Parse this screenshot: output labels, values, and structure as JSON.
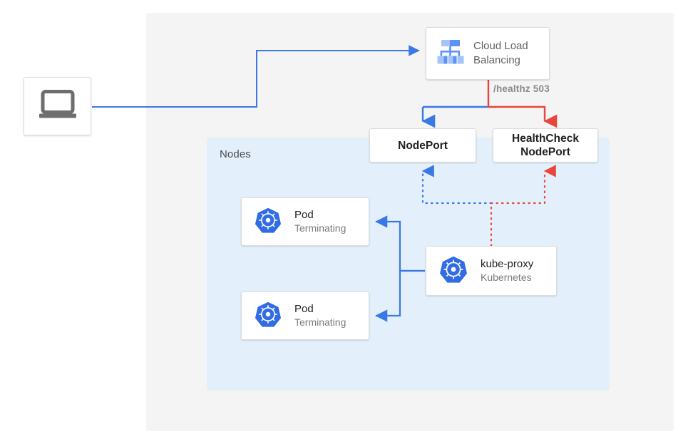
{
  "diagram": {
    "title": "Kubernetes LoadBalancer health check with terminating pods",
    "colors": {
      "blue": "#4285F4",
      "blue_dark": "#1A73E8",
      "red": "#EA4335",
      "canvas_bg": "#F4F4F4",
      "nodes_panel_bg": "#E3F0FC",
      "card_bg": "#FFFFFF",
      "card_border": "#DCDCDC",
      "text_dark": "#202124",
      "text_muted": "#5F6368",
      "text_gray": "#7A7A7A",
      "icon_gray": "#6E6E6E",
      "k8s_blue": "#326CE5"
    }
  },
  "client": {
    "icon": "laptop-icon",
    "label": ""
  },
  "load_balancer": {
    "icon": "cloud-load-balancing-icon",
    "line1": "Cloud Load",
    "line2": "Balancing"
  },
  "nodes_panel": {
    "label": "Nodes"
  },
  "nodeport": {
    "label": "NodePort"
  },
  "healthcheck_nodeport": {
    "line1": "HealthCheck",
    "line2": "NodePort"
  },
  "pods": [
    {
      "icon": "kubernetes-icon",
      "name": "Pod",
      "status": "Terminating"
    },
    {
      "icon": "kubernetes-icon",
      "name": "Pod",
      "status": "Terminating"
    }
  ],
  "kube_proxy": {
    "icon": "kubernetes-icon",
    "name": "kube-proxy",
    "subtitle": "Kubernetes"
  },
  "edges": {
    "healthz_label": "/healthz 503"
  }
}
